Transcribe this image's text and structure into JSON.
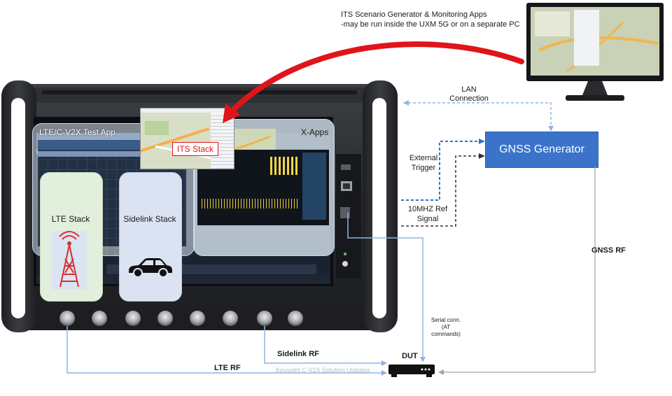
{
  "colors": {
    "gnss_box": "#3a73c9",
    "stack_green": "#e3efdd",
    "stack_blue": "#dbe3f3",
    "app_panel": "#dde9f5",
    "link_line": "#8fb4e3",
    "trigger_line": "#2f74c9",
    "ref_line": "#333333",
    "arrow_red": "#e0141b",
    "its_label": "#e0141b"
  },
  "its_note": {
    "line1": "ITS Scenario Generator & Monitoring Apps",
    "line2": "-may be run inside the UXM 5G or on a separate PC"
  },
  "panels": {
    "lte_app": "LTE/C-V2X Test App",
    "x_apps": "X-Apps",
    "lte_stack": "LTE Stack",
    "sidelink_stack": "Sidelink Stack",
    "its_stack": "ITS Stack"
  },
  "gnss": {
    "label": "GNSS Generator"
  },
  "connections": {
    "lan_line1": "LAN",
    "lan_line2": "Connection",
    "trigger_line1": "External",
    "trigger_line2": "Trigger",
    "ref_line1": "10MHZ Ref",
    "ref_line2": "Signal",
    "gnss_rf": "GNSS RF",
    "serial_line1": "Serial conn.",
    "serial_line2": "(AT",
    "serial_line3": "commands)",
    "sidelink_rf": "Sidelink RF",
    "lte_rf": "LTE RF"
  },
  "dut": {
    "label": "DUT"
  },
  "watermark": "Keysight C-V2X Solution Updates",
  "icons": [
    "monitor-icon",
    "cell-tower-icon",
    "car-icon",
    "dut-router-icon",
    "rf-connector-icon",
    "ethernet-port-icon",
    "usb-port-icon",
    "power-button-icon"
  ]
}
